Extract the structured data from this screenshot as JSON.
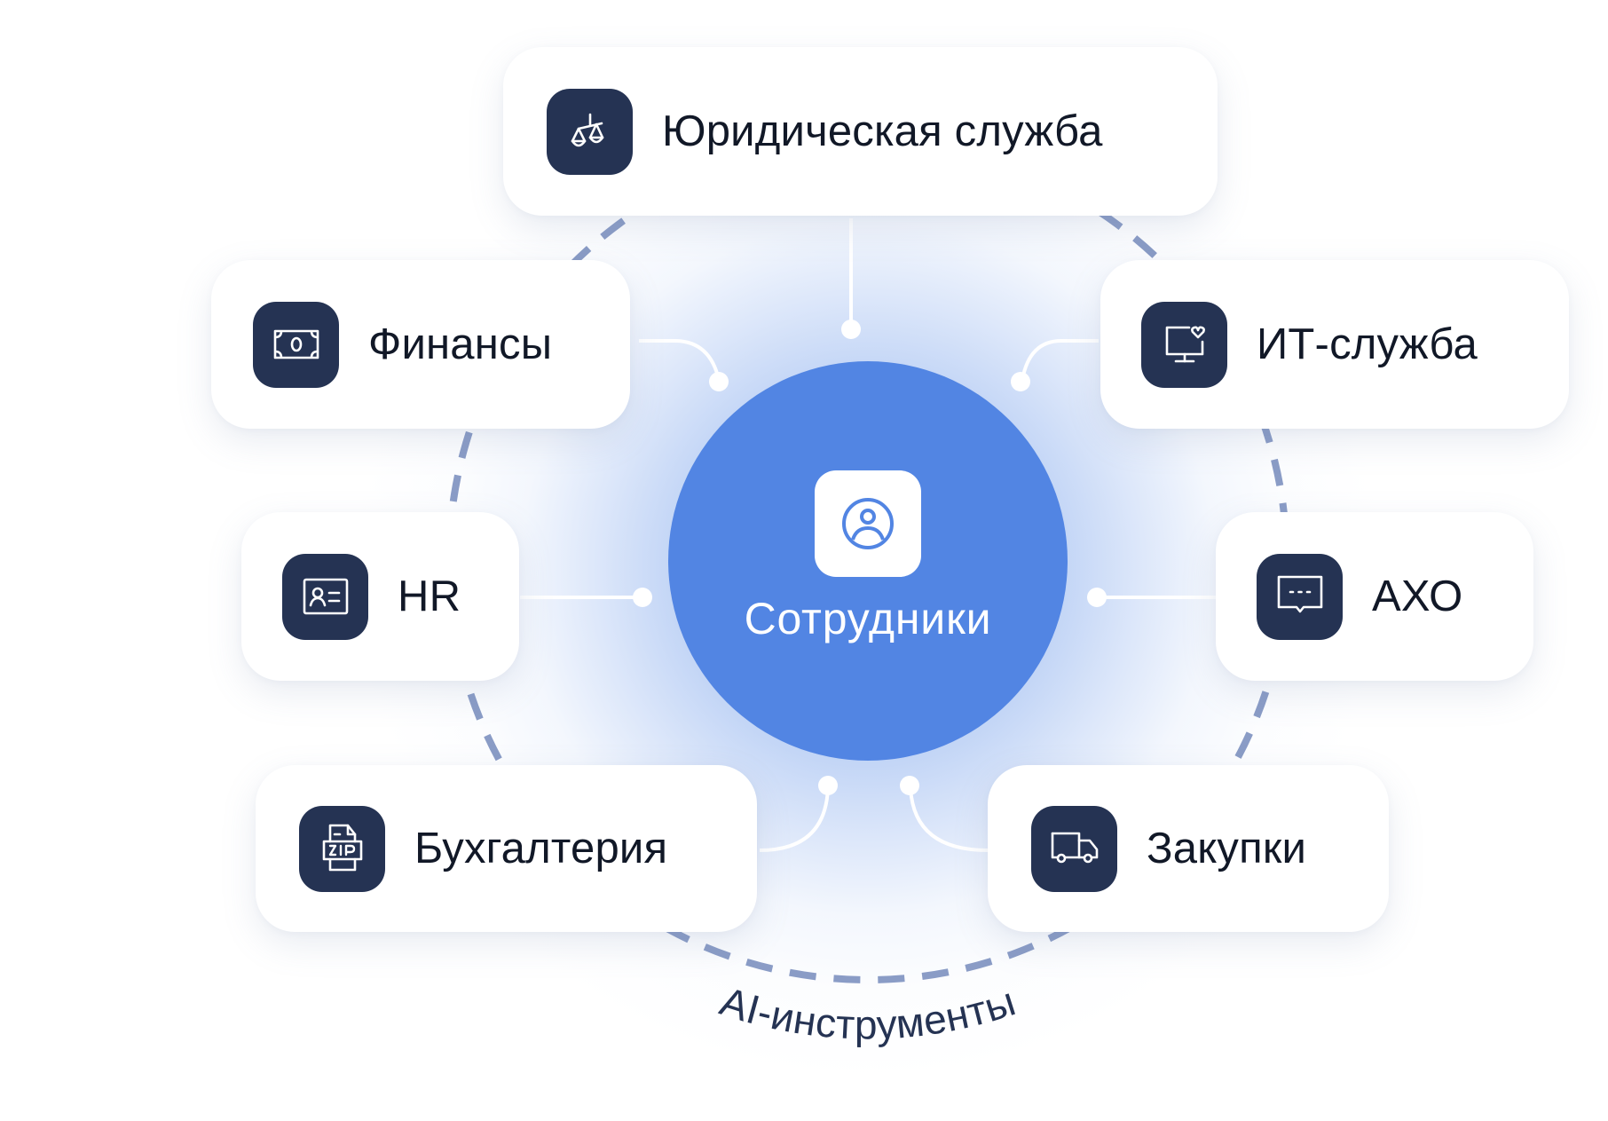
{
  "center": {
    "label": "Сотрудники",
    "icon": "user-circle-icon",
    "color": "#5285e3"
  },
  "ring": {
    "label": "AI-инструменты",
    "color": "#8a9cc6"
  },
  "departments": [
    {
      "id": "legal",
      "label": "Юридическая служба",
      "icon": "scales-icon"
    },
    {
      "id": "finance",
      "label": "Финансы",
      "icon": "banknote-icon"
    },
    {
      "id": "it",
      "label": "ИТ-служба",
      "icon": "monitor-heart-icon"
    },
    {
      "id": "hr",
      "label": "HR",
      "icon": "id-card-icon"
    },
    {
      "id": "axo",
      "label": "АХО",
      "icon": "chat-bubble-icon"
    },
    {
      "id": "accounting",
      "label": "Бухгалтерия",
      "icon": "zip-file-icon"
    },
    {
      "id": "procurement",
      "label": "Закупки",
      "icon": "truck-icon"
    }
  ],
  "colors": {
    "icon_bg": "#253353",
    "text": "#111827",
    "ring_text": "#253353",
    "card_bg": "#ffffff"
  }
}
